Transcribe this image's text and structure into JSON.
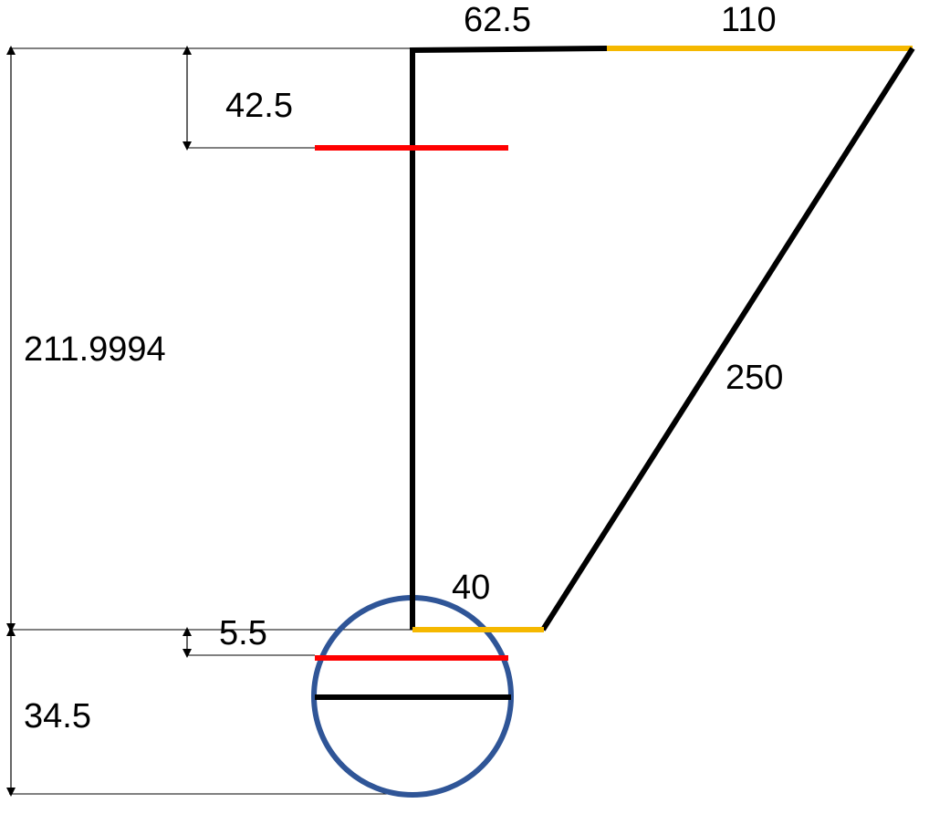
{
  "colors": {
    "structure": "#000000",
    "highlight_yellow": "#f5b800",
    "highlight_red": "#ff0000",
    "circle": "#2f5597",
    "dimension_line": "#000000"
  },
  "labels": {
    "top_left_segment": "62.5",
    "top_right_segment": "110",
    "upper_offset": "42.5",
    "main_height": "211.9994",
    "diagonal": "250",
    "bottom_segment": "40",
    "lower_offset": "5.5",
    "bottom_height": "34.5"
  }
}
